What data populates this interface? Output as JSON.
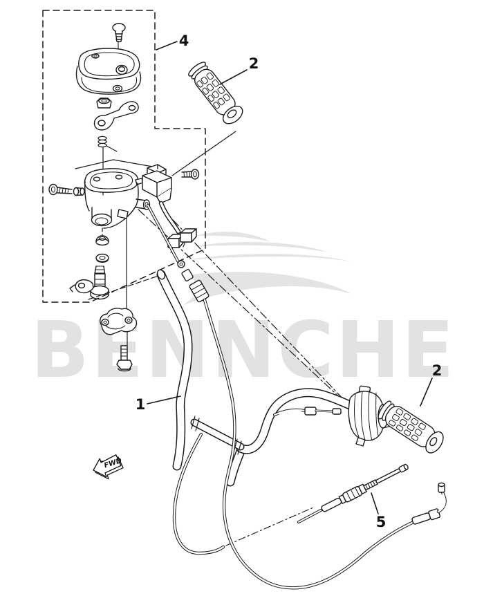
{
  "diagram": {
    "background": "#ffffff",
    "line_color": "#1a1a1a",
    "watermark": {
      "text": "BENNCHE",
      "color": "#e2e2e2",
      "swoosh_color": "#e4e4e4"
    },
    "direction_indicator": {
      "label": "FWD"
    },
    "callouts": {
      "handlebar": "1",
      "grip_upper": "2",
      "grip_lower": "2",
      "upper_assembly": "4",
      "throttle_cable": "5"
    }
  }
}
